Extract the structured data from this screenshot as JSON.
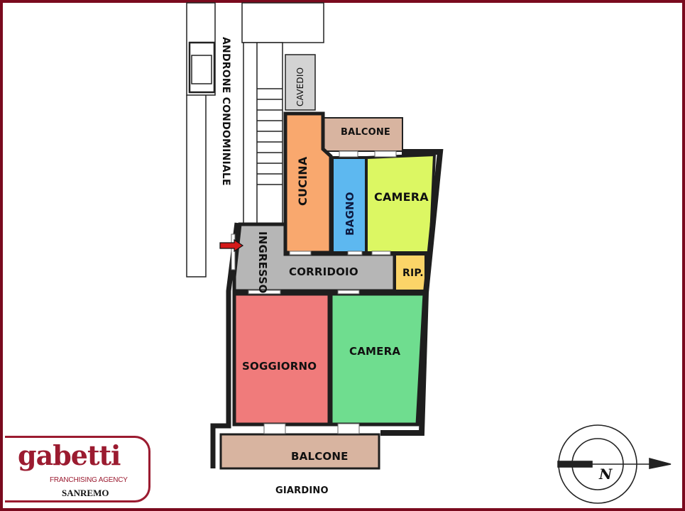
{
  "colors": {
    "frame": "#7a0a1e",
    "wall": "#1e1e1e",
    "balcone": "#d8b4a0",
    "cucina": "#f9a86e",
    "bagno": "#5db8f0",
    "camera_upper": "#dcf763",
    "camera_lower": "#6fdd8f",
    "corridoio": "#b6b6b6",
    "cavedio": "#d3d3d3",
    "ripostiglio": "#fbd468",
    "soggiorno": "#f07b7b",
    "logo": "#9b1b30"
  },
  "rooms": {
    "androne": "ANDRONE CONDOMINIALE",
    "cavedio": "CAVEDIO",
    "balcone_top": "BALCONE",
    "cucina": "CUCINA",
    "bagno": "BAGNO",
    "camera_upper": "CAMERA",
    "ingresso": "INGRESSO",
    "corridoio": "CORRIDOIO",
    "ripostiglio": "RIP.",
    "soggiorno": "SOGGIORNO",
    "camera_lower": "CAMERA",
    "balcone_bottom": "BALCONE"
  },
  "exterior": {
    "giardino": "GIARDINO"
  },
  "logo": {
    "brand": "gabetti",
    "subtitle": "FRANCHISING AGENCY",
    "city": "SANREMO"
  },
  "compass": {
    "north_label": "N"
  }
}
